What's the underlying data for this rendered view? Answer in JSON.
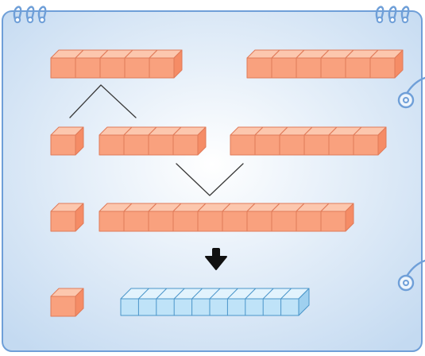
{
  "colors": {
    "board_fill_center": "#ffffff",
    "board_fill_edge": "#c4daf1",
    "board_stroke": "#6f9fd8",
    "cube_front": "#f9a17e",
    "cube_top": "#fcc7ae",
    "cube_side": "#f58c66",
    "cube_stroke": "#e07a58",
    "ten_front": "#bfe3f8",
    "ten_top": "#e2f3fd",
    "ten_side": "#9fd0ef",
    "ten_stroke": "#4a95c9",
    "line": "#3a3a3a",
    "arrow": "#111111",
    "ring": "#6f9fd8"
  },
  "rows": [
    {
      "name": "row-1",
      "groups": [
        5,
        6
      ]
    },
    {
      "name": "row-2",
      "groups": [
        1,
        4,
        6
      ]
    },
    {
      "name": "row-3",
      "groups": [
        1,
        10
      ]
    },
    {
      "name": "row-4",
      "groups": [
        1
      ],
      "ten_rod": 10
    }
  ],
  "icons": [
    "spiral-binding-icon",
    "binder-ring-icon",
    "down-arrow-icon"
  ]
}
